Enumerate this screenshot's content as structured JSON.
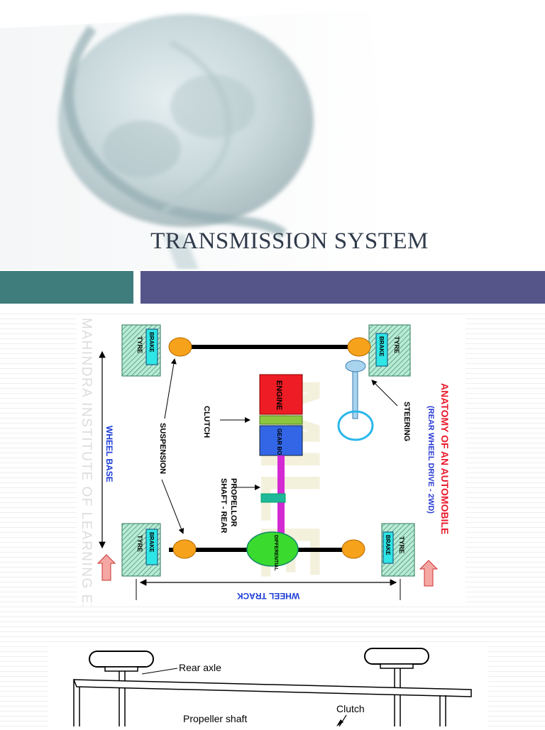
{
  "slide": {
    "title": "TRANSMISSION SYSTEM"
  },
  "anatomy": {
    "tyre": "TYRE",
    "brake": "BRAKE",
    "engine": "ENGINE",
    "gear_box": "GEAR BOX",
    "differential": "DIFFERENTIAL",
    "clutch": "CLUTCH",
    "suspension": "SUSPENSION",
    "steering": "STEERING",
    "propeller_line1": "PROPELLOR",
    "propeller_line2": "SHAFT - REAR",
    "wheel_base": "WHEEL BASE",
    "wheel_track": "WHEEL TRACK",
    "title_line1": "ANATOMY OF AN AUTOMOBILE",
    "title_line2": "(REAR WHEEL DRIVE - 2WD)",
    "watermark": "MAHINDRA INSTITUTE OF LEARNING EXCELLENCE",
    "colors": {
      "engine": "#ee1c24",
      "gearbox": "#3366e6",
      "clutch": "#8cc63f",
      "brake": "#2ee6e6",
      "hub": "#f7a21b",
      "differential": "#3adb2e",
      "shaft": "#d42ad4",
      "title_red": "#e8192c",
      "title_blue": "#2a3bd4"
    }
  },
  "drivetrain": {
    "rear_axle": "Rear axle",
    "clutch": "Clutch",
    "propeller_shaft": "Propeller shaft"
  }
}
